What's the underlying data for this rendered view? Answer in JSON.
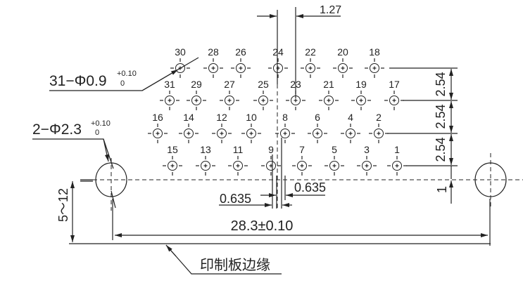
{
  "pins": {
    "row1": [
      "30",
      "28",
      "26",
      "24",
      "22",
      "20",
      "18"
    ],
    "row2": [
      "31",
      "29",
      "27",
      "25",
      "23",
      "21",
      "19",
      "17"
    ],
    "row3": [
      "16",
      "14",
      "12",
      "10",
      "8",
      "6",
      "4",
      "2"
    ],
    "row4": [
      "15",
      "13",
      "11",
      "9",
      "7",
      "5",
      "3",
      "1"
    ]
  },
  "callouts": {
    "pin_hole": {
      "main": "31−Φ0.9",
      "upper_tol": "+0.10",
      "lower_tol": "0"
    },
    "mount_hole": {
      "main": "2−Φ2.3",
      "upper_tol": "+0.10",
      "lower_tol": "0"
    },
    "board_edge": "印制板边缘"
  },
  "dimensions": {
    "pitch_top": "1.27",
    "row_pitch": [
      "2.54",
      "2.54",
      "2.54"
    ],
    "offset": "1",
    "offset_left": "0.635",
    "offset_right": "0.635",
    "span": "28.3±0.10",
    "edge_distance": "5～12"
  }
}
